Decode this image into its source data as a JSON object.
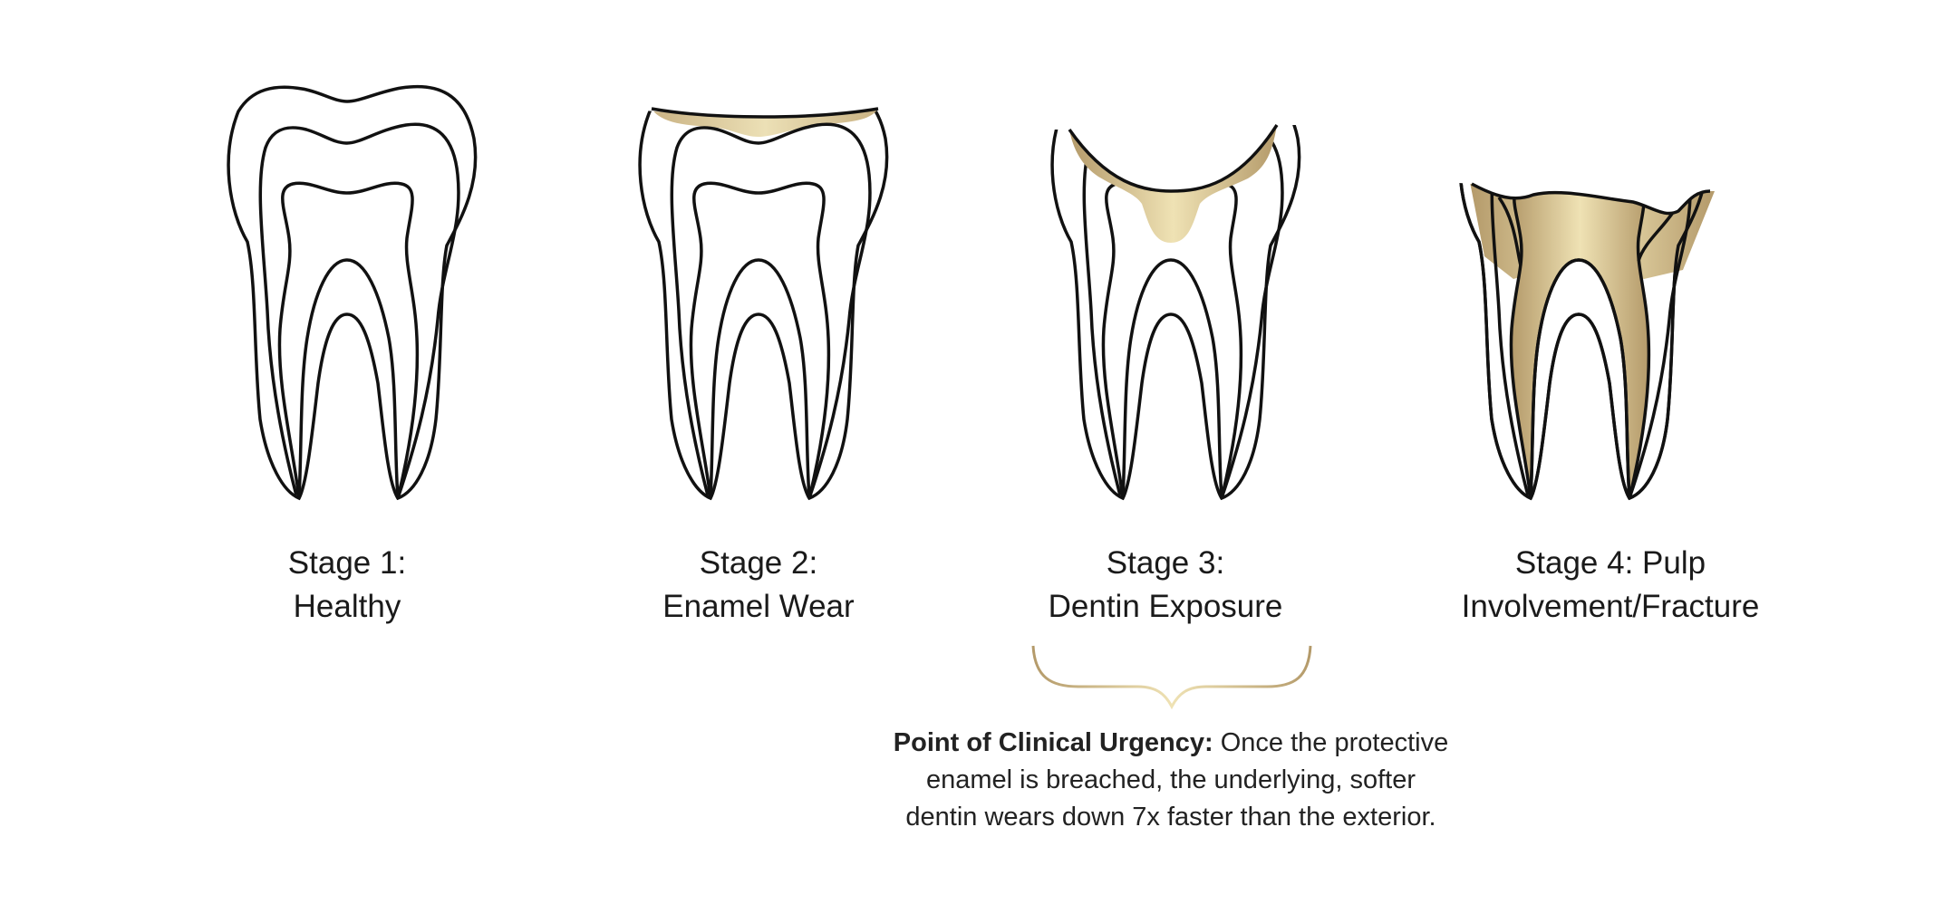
{
  "colors": {
    "outline": "#111111",
    "gold_dark": "#b49a6a",
    "gold_light": "#efe2b4",
    "background": "#ffffff"
  },
  "stages": [
    {
      "line1": "Stage 1:",
      "line2": "Healthy"
    },
    {
      "line1": "Stage 2:",
      "line2": "Enamel Wear"
    },
    {
      "line1": "Stage 3:",
      "line2": "Dentin Exposure"
    },
    {
      "line1": "Stage 4: Pulp",
      "line2": "Involvement/Fracture"
    }
  ],
  "note": {
    "title": "Point of Clinical Urgency:",
    "line1_rest": " Once the protective",
    "line2": "enamel is breached, the underlying, softer",
    "line3": "dentin wears down 7x faster than the exterior."
  }
}
